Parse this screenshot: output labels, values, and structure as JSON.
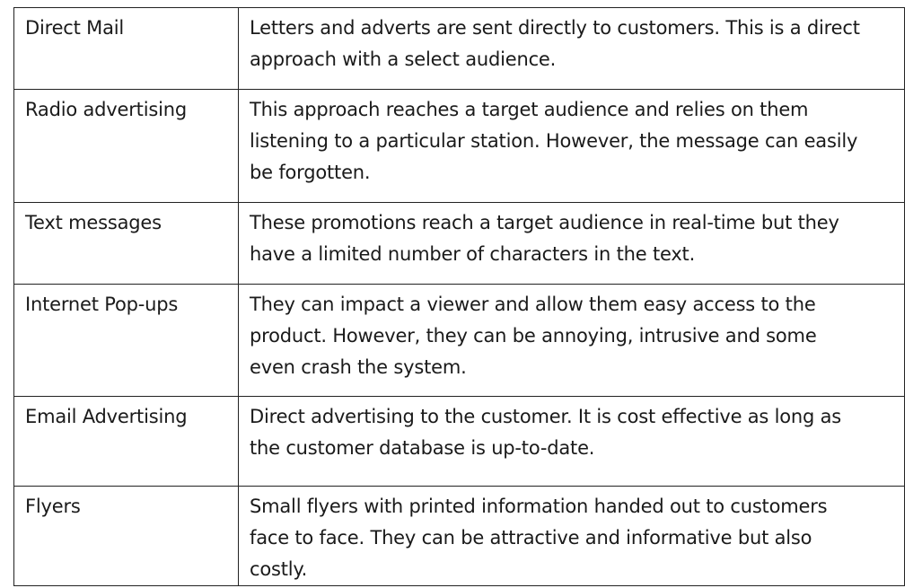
{
  "table": {
    "rows": [
      {
        "method": "Direct Mail",
        "description": [
          "Letters and adverts are sent directly to customers. This is a direct",
          "approach with a select audience."
        ]
      },
      {
        "method": "Radio advertising",
        "description": [
          "This approach reaches a target audience and relies on them",
          "listening to a particular station. However, the message can easily",
          "be forgotten."
        ]
      },
      {
        "method": "Text messages",
        "description": [
          "These promotions reach a target audience in real-time but they",
          "have a limited number of characters in the text."
        ]
      },
      {
        "method": "Internet Pop-ups",
        "description": [
          "They can impact a viewer and allow them easy access to the",
          "product. However, they can be annoying, intrusive and some",
          "even crash the system."
        ]
      },
      {
        "method": "Email Advertising",
        "description": [
          "Direct advertising to the customer. It is cost effective as long as",
          "the customer database is up-to-date."
        ]
      },
      {
        "method": "Flyers",
        "description": [
          "Small flyers with printed information handed out to customers",
          "face to face. They can be attractive and informative but also",
          "costly."
        ]
      }
    ]
  }
}
